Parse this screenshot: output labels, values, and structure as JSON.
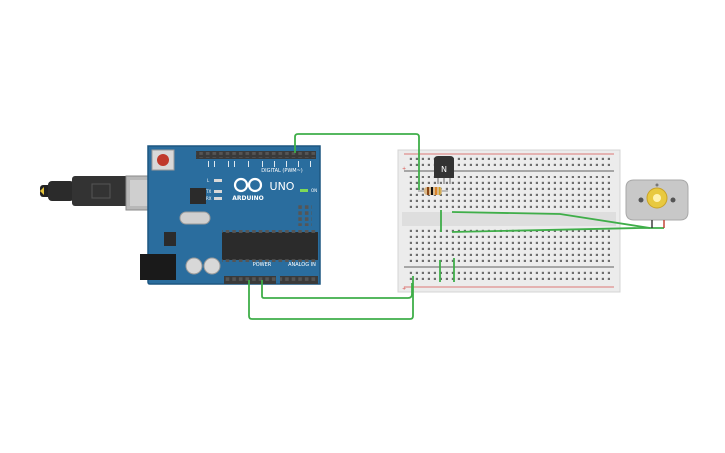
{
  "arduino": {
    "brand": "ARDUINO",
    "model": "UNO",
    "digital_label": "DIGITAL (PWM~)",
    "power_label": "POWER",
    "analog_label": "ANALOG IN",
    "on_label": "ON",
    "tx_label": "TX",
    "rx_label": "RX",
    "l_label": "L"
  },
  "transistor": {
    "label": "N"
  },
  "colors": {
    "board": "#2a6d9e",
    "board_edge": "#1d5680",
    "wire": "#3fae49",
    "breadboard": "#ececec",
    "rail_red": "#d9534f",
    "rail_black": "#333333",
    "motor_body": "#c8c8c8",
    "motor_shaft": "#e8c940"
  },
  "components": [
    {
      "name": "usb-cable-icon",
      "interactable": true
    },
    {
      "name": "arduino-uno-board",
      "interactable": true
    },
    {
      "name": "breadboard",
      "interactable": true
    },
    {
      "name": "npn-transistor-icon",
      "interactable": true
    },
    {
      "name": "resistor-icon",
      "interactable": true
    },
    {
      "name": "dc-motor-icon",
      "interactable": true
    }
  ]
}
